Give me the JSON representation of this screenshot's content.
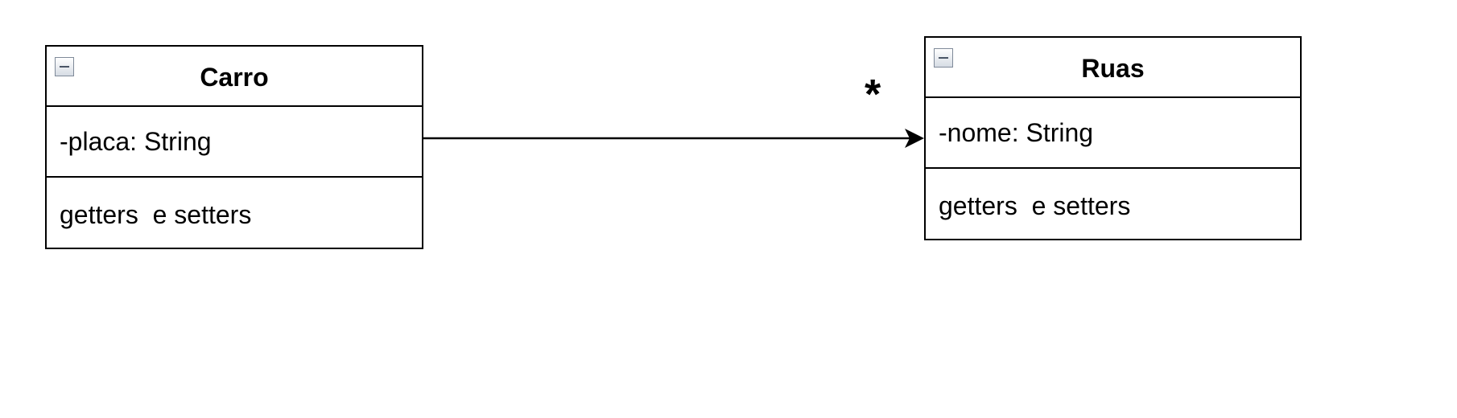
{
  "diagram": {
    "classes": [
      {
        "id": "carro",
        "name": "Carro",
        "attributes": [
          "-placa: String"
        ],
        "methods": [
          "getters  e setters"
        ]
      },
      {
        "id": "ruas",
        "name": "Ruas",
        "attributes": [
          "-nome: String"
        ],
        "methods": [
          "getters  e setters"
        ]
      }
    ],
    "associations": [
      {
        "from": "Carro",
        "to": "Ruas",
        "navigable": "to",
        "target_multiplicity": "*"
      }
    ],
    "colors": {
      "line": "#000000",
      "background": "#ffffff",
      "collapse_icon_border": "#7f8a99"
    },
    "icons": {
      "collapse": "collapse-minus-icon"
    }
  }
}
